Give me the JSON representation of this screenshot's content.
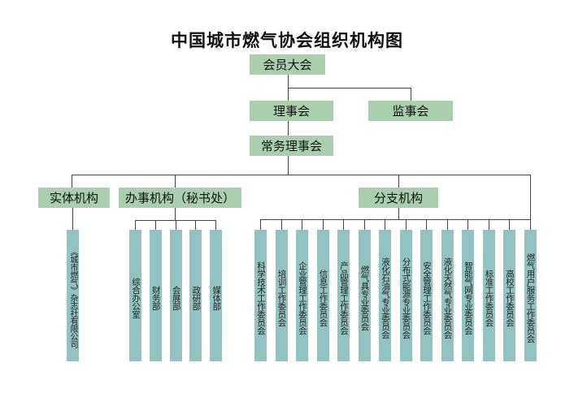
{
  "title": "中国城市燃气协会组织机构图",
  "general_assembly": "会员大会",
  "council": "理事会",
  "supervisors": "监事会",
  "standing_council": "常务理事会",
  "entities": {
    "label": "实体机构",
    "children": [
      "《城市燃气》杂志社有限公司"
    ]
  },
  "offices": {
    "label": "办事机构（秘书处）",
    "children": [
      "综合办公室",
      "财务部",
      "会展部",
      "政研部",
      "媒体部"
    ]
  },
  "branches": {
    "label": "分支机构",
    "children": [
      "科学技术工作委员会",
      "培训工作委员会",
      "企业管理工作委员会",
      "信息工作委员会",
      "产品管理工作委员会",
      "燃气具专业委员会",
      "液化石油气专业委员会",
      "分布式能源专业委员会",
      "安全管理工作委员会",
      "液化天然气专业委员会",
      "智能气网专业委员会",
      "标准工作委员会",
      "高校工作委员会",
      "燃气用户服务工作委员会"
    ]
  }
}
